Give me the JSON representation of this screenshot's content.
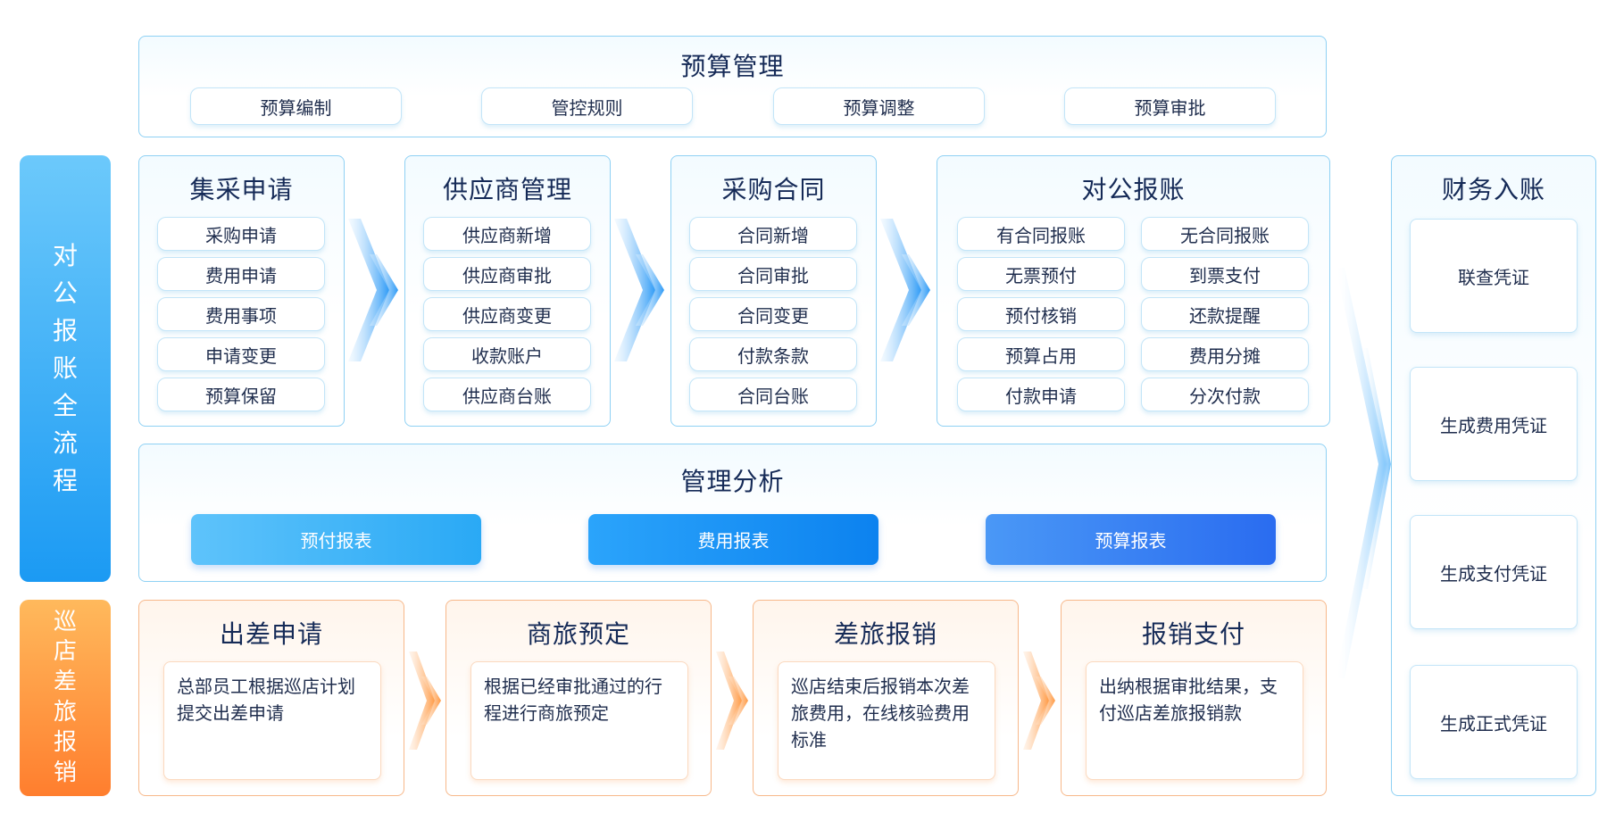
{
  "side": {
    "main_label": "对公报账全流程",
    "travel_label": "巡店差旅报销"
  },
  "budget": {
    "title": "预算管理",
    "items": [
      "预算编制",
      "管控规则",
      "预算调整",
      "预算审批"
    ]
  },
  "flow": [
    {
      "title": "集采申请",
      "items": [
        "采购申请",
        "费用申请",
        "费用事项",
        "申请变更",
        "预算保留"
      ]
    },
    {
      "title": "供应商管理",
      "items": [
        "供应商新增",
        "供应商审批",
        "供应商变更",
        "收款账户",
        "供应商台账"
      ]
    },
    {
      "title": "采购合同",
      "items": [
        "合同新增",
        "合同审批",
        "合同变更",
        "付款条款",
        "合同台账"
      ]
    }
  ],
  "reimburse": {
    "title": "对公报账",
    "left": [
      "有合同报账",
      "无票预付",
      "预付核销",
      "预算占用",
      "付款申请"
    ],
    "right": [
      "无合同报账",
      "到票支付",
      "还款提醒",
      "费用分摊",
      "分次付款"
    ]
  },
  "analysis": {
    "title": "管理分析",
    "reports": [
      {
        "label": "预付报表",
        "color_from": "#5ec3fb",
        "color_to": "#2aa9f5"
      },
      {
        "label": "费用报表",
        "color_from": "#2ba4fb",
        "color_to": "#0c82ef"
      },
      {
        "label": "预算报表",
        "color_from": "#4a98f6",
        "color_to": "#2a6cf0"
      }
    ]
  },
  "travel": [
    {
      "title": "出差申请",
      "desc": "总部员工根据巡店计划提交出差申请"
    },
    {
      "title": "商旅预定",
      "desc": "根据已经审批通过的行程进行商旅预定"
    },
    {
      "title": "差旅报销",
      "desc": "巡店结束后报销本次差旅费用，在线核验费用标准"
    },
    {
      "title": "报销支付",
      "desc": "出纳根据审批结果，支付巡店差旅报销款"
    }
  ],
  "finance": {
    "title": "财务入账",
    "items": [
      "联查凭证",
      "生成费用凭证",
      "生成支付凭证",
      "生成正式凭证"
    ]
  },
  "colors": {
    "blue_border": "#8fd1f4",
    "orange_border": "#f7b88a",
    "title_text": "#152a57"
  }
}
